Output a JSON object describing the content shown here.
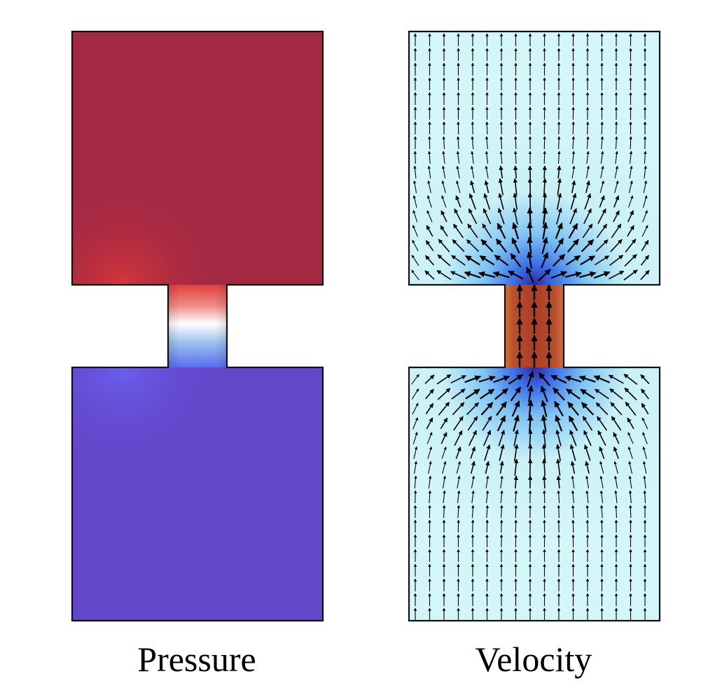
{
  "panels": [
    {
      "label": "Pressure",
      "colormap": {
        "high": "#a32943",
        "mid": "#ffffff",
        "low": "#6347c9",
        "hot_spot": "#d2343c",
        "cold_spot": "#6a5ae6"
      }
    },
    {
      "label": "Velocity",
      "colormap": {
        "low": "#c9f4f6",
        "mid": "#4a8ff0",
        "deep": "#3a2a9a",
        "high": "#c05a30"
      },
      "arrows": "black"
    }
  ]
}
